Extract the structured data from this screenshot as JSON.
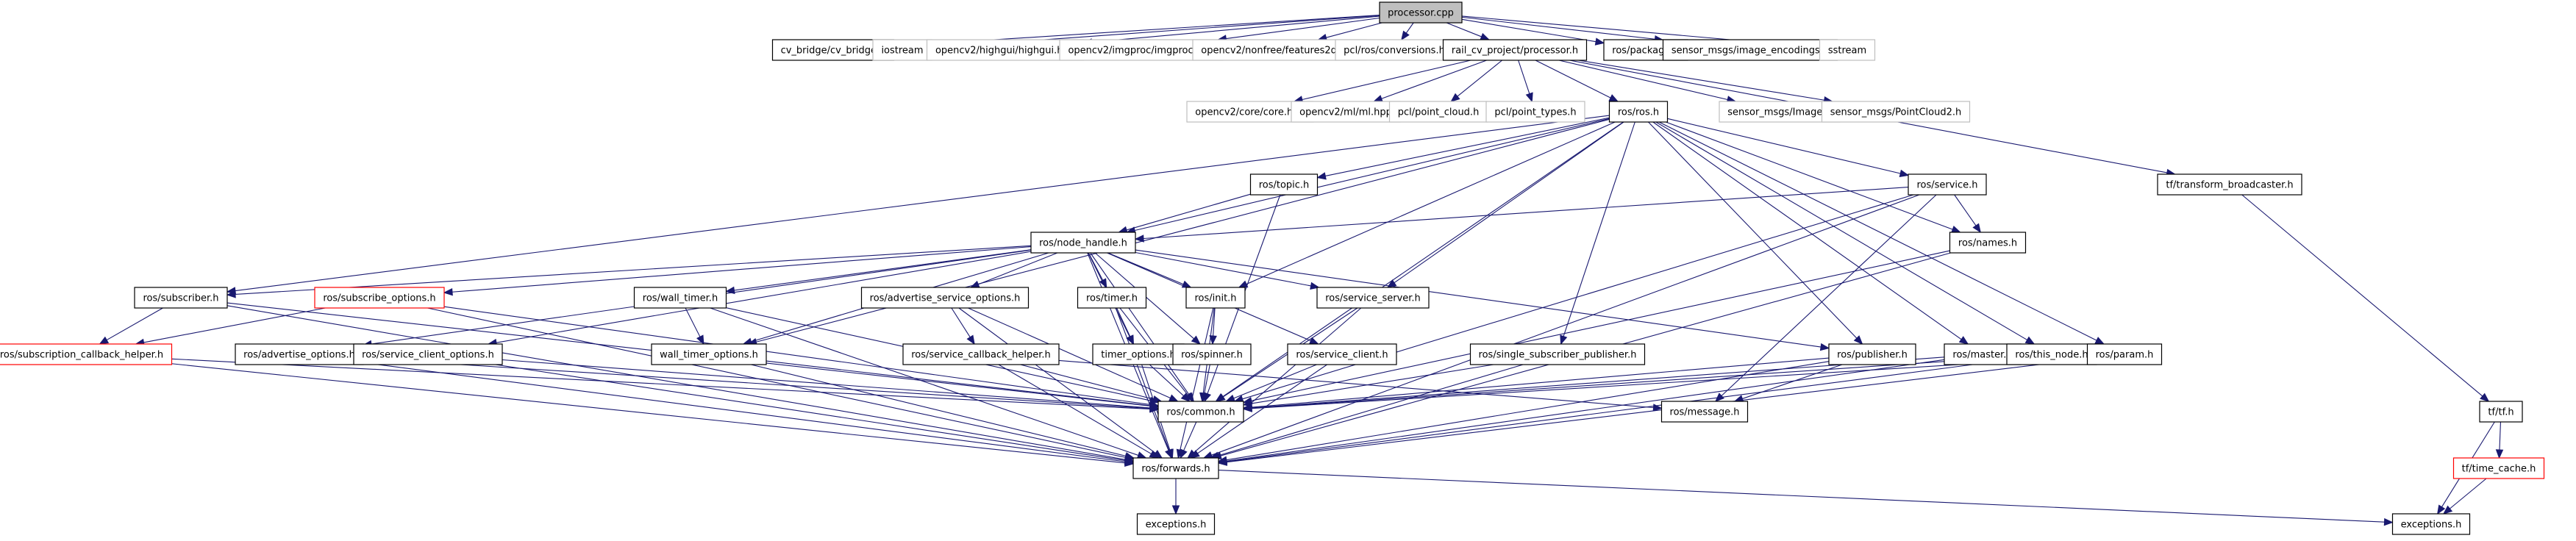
{
  "title": "processor.cpp include dependency graph",
  "colors": {
    "edge": "#191970",
    "root_fill": "#bfbfbf",
    "external_border": "#bfbfbf",
    "truncated_border": "#ff0000",
    "normal_border": "#000000"
  },
  "nodes": [
    {
      "id": "processor_cpp",
      "label": "processor.cpp",
      "kind": "root"
    },
    {
      "id": "cv_bridge",
      "label": "cv_bridge/cv_bridge.h",
      "kind": "normal"
    },
    {
      "id": "iostream",
      "label": "iostream",
      "kind": "external"
    },
    {
      "id": "highgui",
      "label": "opencv2/highgui/highgui.hpp",
      "kind": "external"
    },
    {
      "id": "imgproc",
      "label": "opencv2/imgproc/imgproc.hpp",
      "kind": "external"
    },
    {
      "id": "features2d",
      "label": "opencv2/nonfree/features2d.hpp",
      "kind": "external"
    },
    {
      "id": "pcl_conv",
      "label": "pcl/ros/conversions.h",
      "kind": "external"
    },
    {
      "id": "processor_h",
      "label": "rail_cv_project/processor.h",
      "kind": "normal"
    },
    {
      "id": "package",
      "label": "ros/package.h",
      "kind": "normal"
    },
    {
      "id": "img_enc",
      "label": "sensor_msgs/image_encodings.h",
      "kind": "normal"
    },
    {
      "id": "sstream",
      "label": "sstream",
      "kind": "external"
    },
    {
      "id": "core",
      "label": "opencv2/core/core.hpp",
      "kind": "external"
    },
    {
      "id": "ml",
      "label": "opencv2/ml/ml.hpp",
      "kind": "external"
    },
    {
      "id": "point_cloud",
      "label": "pcl/point_cloud.h",
      "kind": "external"
    },
    {
      "id": "point_types",
      "label": "pcl/point_types.h",
      "kind": "external"
    },
    {
      "id": "ros_h",
      "label": "ros/ros.h",
      "kind": "normal"
    },
    {
      "id": "sm_image",
      "label": "sensor_msgs/Image.h",
      "kind": "external"
    },
    {
      "id": "sm_pc2",
      "label": "sensor_msgs/PointCloud2.h",
      "kind": "external"
    },
    {
      "id": "topic",
      "label": "ros/topic.h",
      "kind": "normal"
    },
    {
      "id": "service",
      "label": "ros/service.h",
      "kind": "normal"
    },
    {
      "id": "tf_bcast",
      "label": "tf/transform_broadcaster.h",
      "kind": "normal"
    },
    {
      "id": "node_handle",
      "label": "ros/node_handle.h",
      "kind": "normal"
    },
    {
      "id": "names",
      "label": "ros/names.h",
      "kind": "normal"
    },
    {
      "id": "subscriber",
      "label": "ros/subscriber.h",
      "kind": "normal"
    },
    {
      "id": "sub_opts",
      "label": "ros/subscribe_options.h",
      "kind": "truncated"
    },
    {
      "id": "wall_timer",
      "label": "ros/wall_timer.h",
      "kind": "normal"
    },
    {
      "id": "adv_srv_opts",
      "label": "ros/advertise_service_options.h",
      "kind": "normal"
    },
    {
      "id": "timer",
      "label": "ros/timer.h",
      "kind": "normal"
    },
    {
      "id": "init",
      "label": "ros/init.h",
      "kind": "normal"
    },
    {
      "id": "srv_server",
      "label": "ros/service_server.h",
      "kind": "normal"
    },
    {
      "id": "sub_cb_helper",
      "label": "ros/subscription_callback_helper.h",
      "kind": "truncated"
    },
    {
      "id": "adv_opts",
      "label": "ros/advertise_options.h",
      "kind": "normal"
    },
    {
      "id": "srv_client_opts",
      "label": "ros/service_client_options.h",
      "kind": "normal"
    },
    {
      "id": "wall_timer_opts",
      "label": "wall_timer_options.h",
      "kind": "normal"
    },
    {
      "id": "srv_cb_helper",
      "label": "ros/service_callback_helper.h",
      "kind": "normal"
    },
    {
      "id": "timer_opts",
      "label": "timer_options.h",
      "kind": "normal"
    },
    {
      "id": "spinner",
      "label": "ros/spinner.h",
      "kind": "normal"
    },
    {
      "id": "srv_client",
      "label": "ros/service_client.h",
      "kind": "normal"
    },
    {
      "id": "single_sub_pub",
      "label": "ros/single_subscriber_publisher.h",
      "kind": "normal"
    },
    {
      "id": "publisher",
      "label": "ros/publisher.h",
      "kind": "normal"
    },
    {
      "id": "master",
      "label": "ros/master.h",
      "kind": "normal"
    },
    {
      "id": "this_node",
      "label": "ros/this_node.h",
      "kind": "normal"
    },
    {
      "id": "param",
      "label": "ros/param.h",
      "kind": "normal"
    },
    {
      "id": "common",
      "label": "ros/common.h",
      "kind": "normal"
    },
    {
      "id": "message",
      "label": "ros/message.h",
      "kind": "normal"
    },
    {
      "id": "tf_h",
      "label": "tf/tf.h",
      "kind": "normal"
    },
    {
      "id": "forwards",
      "label": "ros/forwards.h",
      "kind": "normal"
    },
    {
      "id": "time_cache",
      "label": "tf/time_cache.h",
      "kind": "truncated"
    },
    {
      "id": "exceptions_ros",
      "label": "exceptions.h",
      "kind": "normal"
    },
    {
      "id": "exceptions_tf",
      "label": "exceptions.h",
      "kind": "normal"
    }
  ],
  "edges": [
    [
      "processor_cpp",
      "cv_bridge"
    ],
    [
      "processor_cpp",
      "iostream"
    ],
    [
      "processor_cpp",
      "highgui"
    ],
    [
      "processor_cpp",
      "imgproc"
    ],
    [
      "processor_cpp",
      "features2d"
    ],
    [
      "processor_cpp",
      "pcl_conv"
    ],
    [
      "processor_cpp",
      "processor_h"
    ],
    [
      "processor_cpp",
      "package"
    ],
    [
      "processor_cpp",
      "img_enc"
    ],
    [
      "processor_cpp",
      "sstream"
    ],
    [
      "processor_h",
      "core"
    ],
    [
      "processor_h",
      "ml"
    ],
    [
      "processor_h",
      "point_cloud"
    ],
    [
      "processor_h",
      "point_types"
    ],
    [
      "processor_h",
      "ros_h"
    ],
    [
      "processor_h",
      "sm_image"
    ],
    [
      "processor_h",
      "sm_pc2"
    ],
    [
      "processor_h",
      "tf_bcast"
    ],
    [
      "ros_h",
      "topic"
    ],
    [
      "ros_h",
      "service"
    ],
    [
      "ros_h",
      "node_handle"
    ],
    [
      "ros_h",
      "names"
    ],
    [
      "ros_h",
      "subscriber"
    ],
    [
      "ros_h",
      "init"
    ],
    [
      "ros_h",
      "srv_server"
    ],
    [
      "ros_h",
      "single_sub_pub"
    ],
    [
      "ros_h",
      "publisher"
    ],
    [
      "ros_h",
      "master"
    ],
    [
      "ros_h",
      "this_node"
    ],
    [
      "ros_h",
      "param"
    ],
    [
      "ros_h",
      "common"
    ],
    [
      "ros_h",
      "wall_timer_opts"
    ],
    [
      "topic",
      "node_handle"
    ],
    [
      "topic",
      "common"
    ],
    [
      "service",
      "node_handle"
    ],
    [
      "service",
      "names"
    ],
    [
      "service",
      "common"
    ],
    [
      "service",
      "forwards"
    ],
    [
      "service",
      "message"
    ],
    [
      "node_handle",
      "subscriber"
    ],
    [
      "node_handle",
      "sub_opts"
    ],
    [
      "node_handle",
      "wall_timer"
    ],
    [
      "node_handle",
      "adv_srv_opts"
    ],
    [
      "node_handle",
      "timer"
    ],
    [
      "node_handle",
      "init"
    ],
    [
      "node_handle",
      "srv_server"
    ],
    [
      "node_handle",
      "adv_opts"
    ],
    [
      "node_handle",
      "srv_client_opts"
    ],
    [
      "node_handle",
      "wall_timer_opts"
    ],
    [
      "node_handle",
      "timer_opts"
    ],
    [
      "node_handle",
      "spinner"
    ],
    [
      "node_handle",
      "srv_client"
    ],
    [
      "node_handle",
      "publisher"
    ],
    [
      "node_handle",
      "common"
    ],
    [
      "node_handle",
      "forwards"
    ],
    [
      "names",
      "common"
    ],
    [
      "names",
      "forwards"
    ],
    [
      "subscriber",
      "sub_cb_helper"
    ],
    [
      "subscriber",
      "common"
    ],
    [
      "subscriber",
      "forwards"
    ],
    [
      "sub_opts",
      "sub_cb_helper"
    ],
    [
      "sub_opts",
      "common"
    ],
    [
      "sub_opts",
      "forwards"
    ],
    [
      "wall_timer",
      "wall_timer_opts"
    ],
    [
      "wall_timer",
      "common"
    ],
    [
      "wall_timer",
      "forwards"
    ],
    [
      "adv_srv_opts",
      "srv_cb_helper"
    ],
    [
      "adv_srv_opts",
      "common"
    ],
    [
      "adv_srv_opts",
      "forwards"
    ],
    [
      "timer",
      "timer_opts"
    ],
    [
      "timer",
      "common"
    ],
    [
      "timer",
      "forwards"
    ],
    [
      "init",
      "spinner"
    ],
    [
      "init",
      "common"
    ],
    [
      "init",
      "forwards"
    ],
    [
      "srv_server",
      "common"
    ],
    [
      "srv_server",
      "forwards"
    ],
    [
      "sub_cb_helper",
      "common"
    ],
    [
      "sub_cb_helper",
      "forwards"
    ],
    [
      "adv_opts",
      "common"
    ],
    [
      "adv_opts",
      "forwards"
    ],
    [
      "srv_client_opts",
      "common"
    ],
    [
      "srv_client_opts",
      "forwards"
    ],
    [
      "wall_timer_opts",
      "common"
    ],
    [
      "wall_timer_opts",
      "forwards"
    ],
    [
      "srv_cb_helper",
      "common"
    ],
    [
      "srv_cb_helper",
      "forwards"
    ],
    [
      "srv_cb_helper",
      "message"
    ],
    [
      "timer_opts",
      "common"
    ],
    [
      "timer_opts",
      "forwards"
    ],
    [
      "spinner",
      "common"
    ],
    [
      "srv_client",
      "common"
    ],
    [
      "srv_client",
      "forwards"
    ],
    [
      "single_sub_pub",
      "common"
    ],
    [
      "single_sub_pub",
      "forwards"
    ],
    [
      "publisher",
      "common"
    ],
    [
      "publisher",
      "message"
    ],
    [
      "publisher",
      "forwards"
    ],
    [
      "master",
      "common"
    ],
    [
      "master",
      "forwards"
    ],
    [
      "this_node",
      "common"
    ],
    [
      "this_node",
      "forwards"
    ],
    [
      "param",
      "common"
    ],
    [
      "param",
      "forwards"
    ],
    [
      "common",
      "forwards"
    ],
    [
      "forwards",
      "exceptions_ros"
    ],
    [
      "forwards",
      "exceptions_tf"
    ],
    [
      "tf_bcast",
      "tf_h"
    ],
    [
      "tf_h",
      "time_cache"
    ],
    [
      "tf_h",
      "exceptions_tf"
    ],
    [
      "time_cache",
      "exceptions_tf"
    ]
  ]
}
